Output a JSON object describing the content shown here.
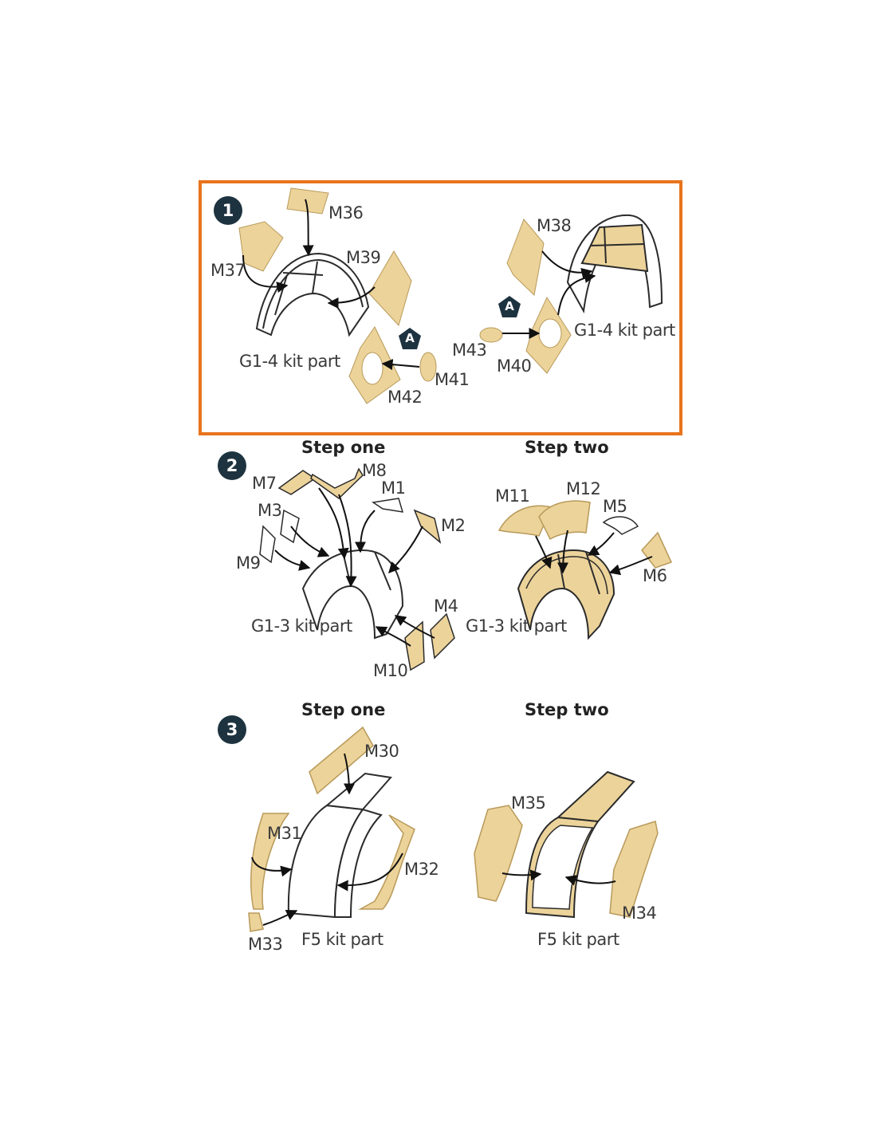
{
  "colors": {
    "frame": "#e8731c",
    "mask": "#ecd39a",
    "ink": "#2b2b2b",
    "badge": "#1e3340"
  },
  "section1": {
    "number": "1",
    "marker": "A",
    "labels": {
      "m36": "M36",
      "m37": "M37",
      "m39": "M39",
      "m41": "M41",
      "m42": "M42",
      "kit_left": "G1-4 kit part",
      "m38": "M38",
      "m43": "M43",
      "m40": "M40",
      "kit_right": "G1-4 kit part"
    }
  },
  "section2": {
    "number": "2",
    "step_one": "Step one",
    "step_two": "Step two",
    "labels": {
      "m7": "M7",
      "m8": "M8",
      "m1": "M1",
      "m3": "M3",
      "m2": "M2",
      "m9": "M9",
      "m4": "M4",
      "m10": "M10",
      "kit_left": "G1-3 kit part",
      "m11": "M11",
      "m12": "M12",
      "m5": "M5",
      "m6": "M6",
      "kit_right": "G1-3 kit part"
    }
  },
  "section3": {
    "number": "3",
    "step_one": "Step one",
    "step_two": "Step two",
    "labels": {
      "m30": "M30",
      "m31": "M31",
      "m32": "M32",
      "m33": "M33",
      "kit_left": "F5 kit part",
      "m35": "M35",
      "m34": "M34",
      "kit_right": "F5 kit part"
    }
  }
}
